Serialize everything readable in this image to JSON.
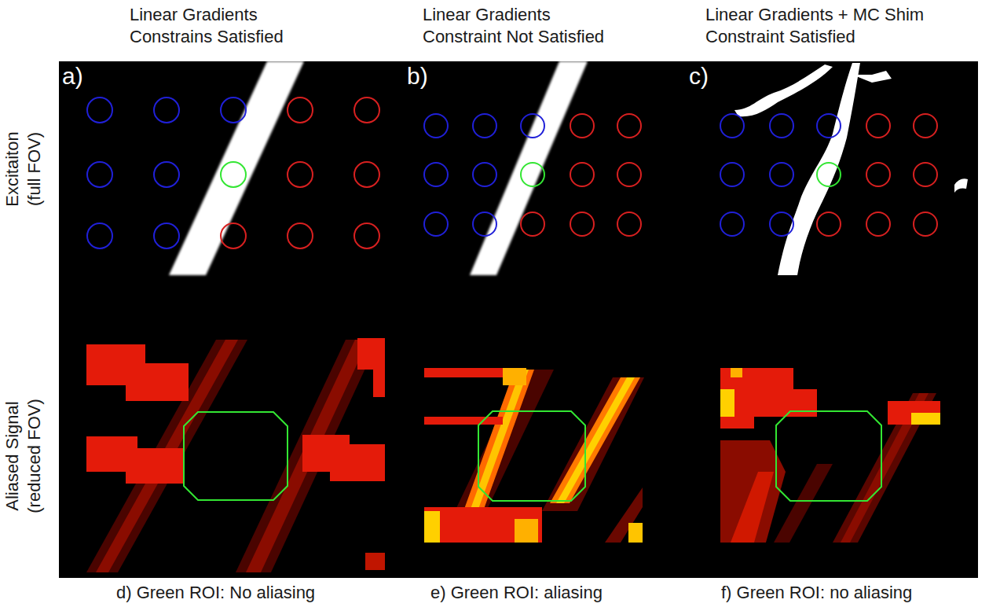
{
  "diagram": {
    "labels": [
      "Linear Gradients Constrains Satisfied",
      "Linear Gradients Constraint Not Satisfied",
      "Linear Gradients + MC Shim Constraint Satisfied",
      "a)",
      "b)",
      "c)",
      "Excitaiton (full FOV)",
      "Aliased Signal (reduced FOV)",
      "d) Green ROI: No aliasing",
      "e) Green ROI: aliasing",
      "f) Green ROI: no aliasing"
    ]
  }
}
